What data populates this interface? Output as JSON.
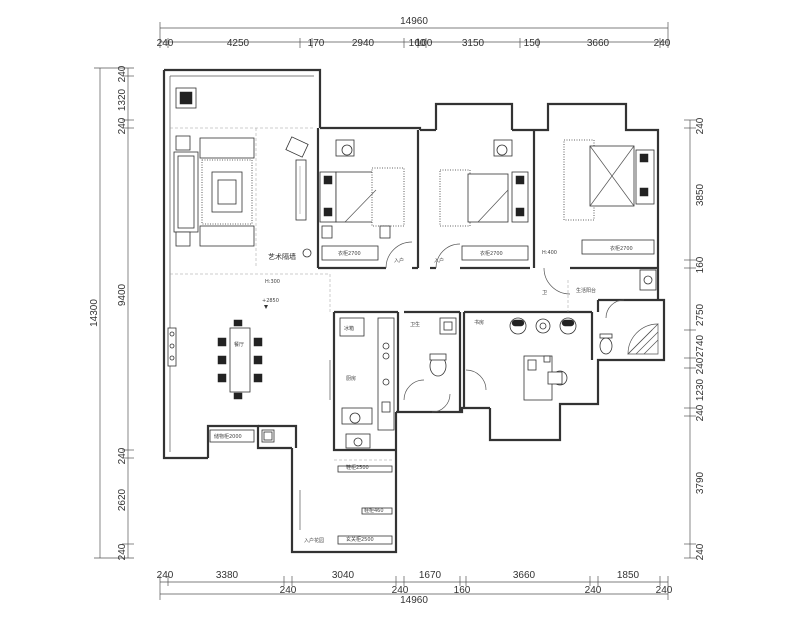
{
  "dimensions": {
    "top_total": "14960",
    "top_segments": [
      "240",
      "4250",
      "170",
      "2940",
      "160",
      "100",
      "3150",
      "150",
      "3660",
      "240"
    ],
    "bottom_total": "14960",
    "bottom_segments": [
      "240",
      "3380",
      "240",
      "3040",
      "240",
      "1670",
      "160",
      "3660",
      "240",
      "1850",
      "240"
    ],
    "left_total": "14300",
    "left_segments": [
      "240",
      "1320",
      "240",
      "9400",
      "240",
      "2620",
      "240"
    ],
    "right_segments": [
      "240",
      "3850",
      "160",
      "2750",
      "2740",
      "240",
      "1230",
      "240",
      "3790",
      "240"
    ]
  },
  "rooms": {
    "art_wall": "艺术隔墙",
    "height_300": "H:300",
    "height_400": "H:400",
    "height_2850": "+2850",
    "wardrobe_1": "衣柜2700",
    "wardrobe_2": "衣柜2700",
    "wardrobe_3": "衣柜2700",
    "entry_a": "入户",
    "entry_b": "入户",
    "study": "书房",
    "bath": "卫生",
    "kitchen_label": "厨房",
    "fridge": "冰箱",
    "cabinet_2000": "储物柜2000",
    "cabinet_2500": "鞋柜2500",
    "cabinet_460": "鞋柜460",
    "cabinet_entry": "玄关柜2500",
    "entry_hall": "入户花园",
    "dining": "餐厅",
    "bath_2": "卫",
    "balcony": "生活阳台"
  }
}
